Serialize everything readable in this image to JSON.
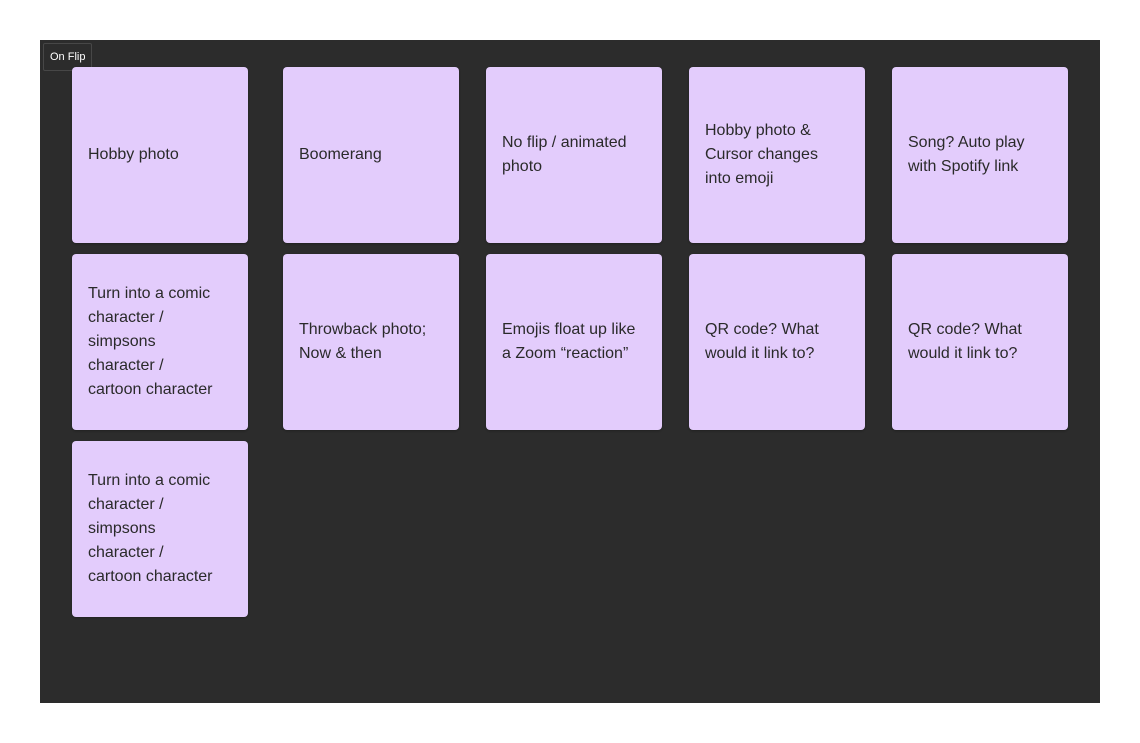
{
  "section": {
    "label": "On Flip",
    "background": "#2c2c2c"
  },
  "sticky_color": "#e3ccfc",
  "stickies": [
    {
      "text": "Hobby photo"
    },
    {
      "text": "Boomerang"
    },
    {
      "text": "No flip / animated\nphoto"
    },
    {
      "text": "Hobby photo &\nCursor changes\ninto emoji"
    },
    {
      "text": "Song? Auto play\nwith Spotify link"
    },
    {
      "text": "Turn into a comic\ncharacter /\nsimpsons\ncharacter /\ncartoon character"
    },
    {
      "text": "Throwback photo;\nNow & then"
    },
    {
      "text": "Emojis float up like\na Zoom “reaction”"
    },
    {
      "text": "QR code? What\nwould it link to?"
    },
    {
      "text": "QR code? What\nwould it link to?"
    },
    {
      "text": "Turn into a comic\ncharacter /\nsimpsons\ncharacter /\ncartoon character"
    }
  ]
}
